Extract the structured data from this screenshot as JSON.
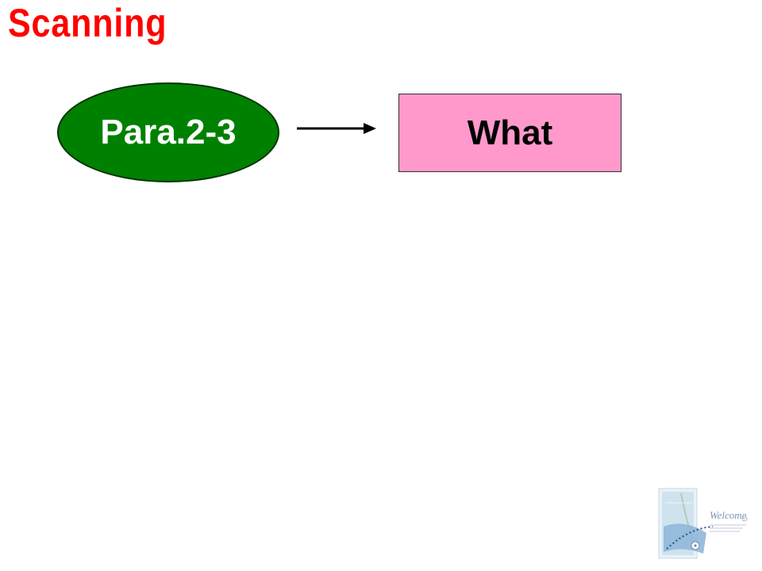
{
  "slide": {
    "title": "Scanning",
    "title_color": "#ff0000",
    "background": "#ffffff"
  },
  "flow": {
    "source": {
      "label": "Para.2-3",
      "shape": "ellipse",
      "fill": "#008000"
    },
    "connector": {
      "icon": "arrow-right-icon",
      "color": "#000000"
    },
    "target": {
      "label": "What",
      "shape": "rectangle",
      "fill": "#ff99cc"
    }
  },
  "decoration": {
    "image": "welcome-card",
    "text": "Welcome",
    "accent": "#8fb8d8"
  }
}
